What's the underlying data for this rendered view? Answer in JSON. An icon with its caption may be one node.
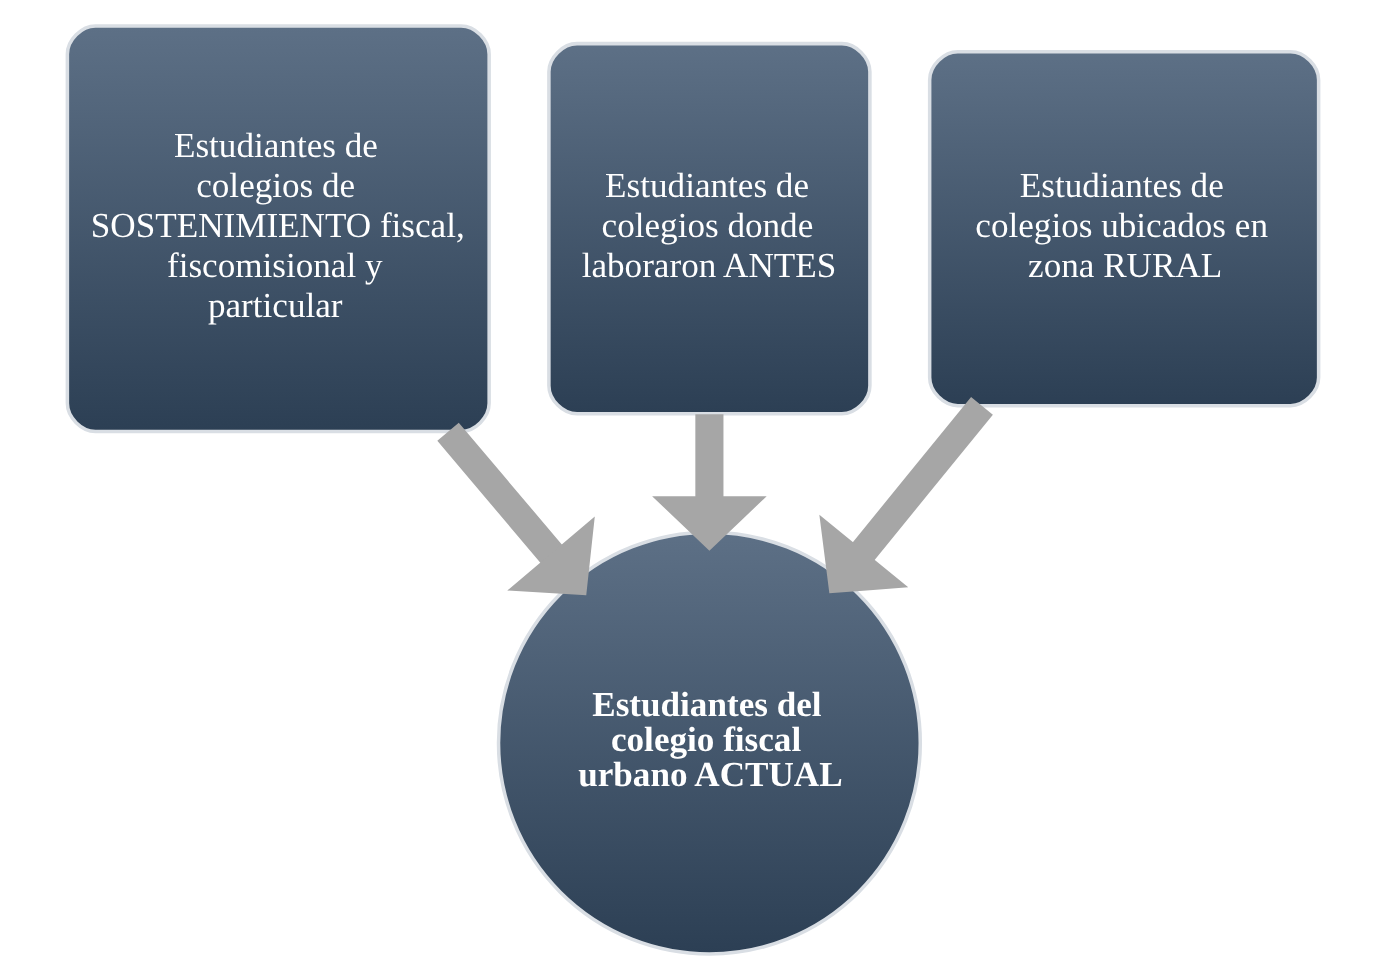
{
  "diagram": {
    "nodes": [
      {
        "text": [
          "Estudiantes de colegios de SOSTENIMIENTO fiscal, fiscomisional y particular"
        ]
      },
      {
        "text": [
          "Estudiantes de colegios donde laboraron ANTES"
        ]
      },
      {
        "text": [
          "Estudiantes de colegios ubicados en zona RURAL"
        ]
      },
      {
        "text": [
          "Estudiantes del colegio fiscal urbano ACTUAL"
        ]
      }
    ],
    "edges": [
      {
        "from": 0,
        "to": 3,
        "arrow": "to"
      },
      {
        "from": 1,
        "to": 3,
        "arrow": "to"
      },
      {
        "from": 2,
        "to": 3,
        "arrow": "to"
      }
    ]
  }
}
